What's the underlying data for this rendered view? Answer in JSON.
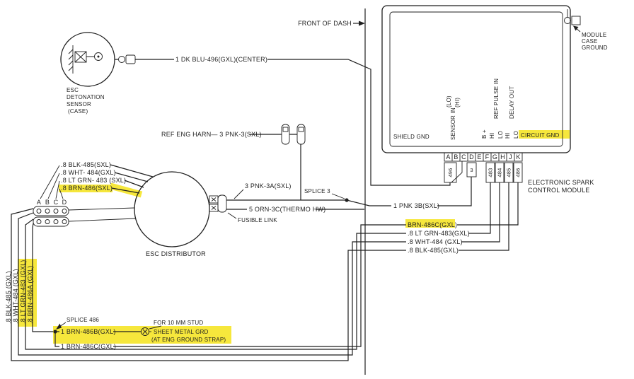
{
  "colors": {
    "ink": "#1f1f1f",
    "highlight": "#f6e73c",
    "paper": "#ffffff"
  },
  "dash": {
    "label": "FRONT OF DASH"
  },
  "sensor": {
    "name_line1": "ESC",
    "name_line2": "DETONATION",
    "name_line3": "SENSOR",
    "name_line4": "(CASE)",
    "wire": "1 DK BLU-496(GXL)(CENTER)"
  },
  "module": {
    "title_line1": "ELECTRONIC SPARK",
    "title_line2": "CONTROL MODULE",
    "case_ground_line1": "MODULE",
    "case_ground_line2": "CASE",
    "case_ground_line3": "GROUND",
    "shield_gnd": "SHIELD GND",
    "circuit_gnd": "CIRCUIT GND",
    "sensor_lo": "(LO)",
    "sensor_hi": "(HI)",
    "sensor_in": "SENSOR IN",
    "b_plus": "B +",
    "ref_hi": "HI",
    "ref_lo": "LO",
    "ref_pulse_in": "REF PULSE IN",
    "delay_hi": "HI",
    "delay_lo": "LO",
    "delay_out": "DELAY OUT",
    "pins": [
      "A",
      "B",
      "C",
      "D",
      "E",
      "F",
      "G",
      "H",
      "J",
      "K"
    ],
    "codes": [
      "496",
      "3",
      "483",
      "484",
      "485",
      "486"
    ]
  },
  "ref_harness": {
    "label": "REF ENG HARN— 3 PNK-3(SXL)"
  },
  "splice3": {
    "label": "SPLICE 3",
    "wire_pnk3a": "3 PNK-3A(SXL)",
    "wire_orn3c": "5 ORN-3C(THERMO HW)",
    "wire_pnk3b": "1 PNK 3B(SXL)"
  },
  "fusible_link": {
    "label": "FUSIBLE LINK"
  },
  "distributor": {
    "name": "ESC DISTRIBUTOR",
    "pins": [
      "A",
      "B",
      "C",
      "D"
    ],
    "wire_blk": ".8 BLK-485(SXL)",
    "wire_wht": ".8 WHT- 484(GXL)",
    "wire_grn": ".8 LT GRN- 483 (SXL)",
    "wire_brn": ".8 BRN-486(SXL)"
  },
  "engine_side": {
    "wire_blk": ".8 BLK-485 (GXL)",
    "wire_wht": ".8 WHT-484 (GXL)",
    "wire_grn": ".8 LT GRN-483 (GXL)",
    "wire_brn": ".8 BRN-486A (GXL)"
  },
  "dash_side": {
    "wire_brn": "BRN-486C(GXL)",
    "wire_grn": ".8 LT GRN-483(GXL)",
    "wire_wht": ".8 WHT-484 (GXL)",
    "wire_blk": ".8 BLK-485(GXL)"
  },
  "ground": {
    "splice": "SPLICE 486",
    "wire_486b": "1 BRN-486B(GXL)",
    "stud_note": "FOR 10 MM STUD",
    "grd_label": "SHEET METAL GRD",
    "strap_note": "(AT ENG GROUND STRAP)",
    "wire_486c": "1 BRN-486C(GXL)"
  }
}
